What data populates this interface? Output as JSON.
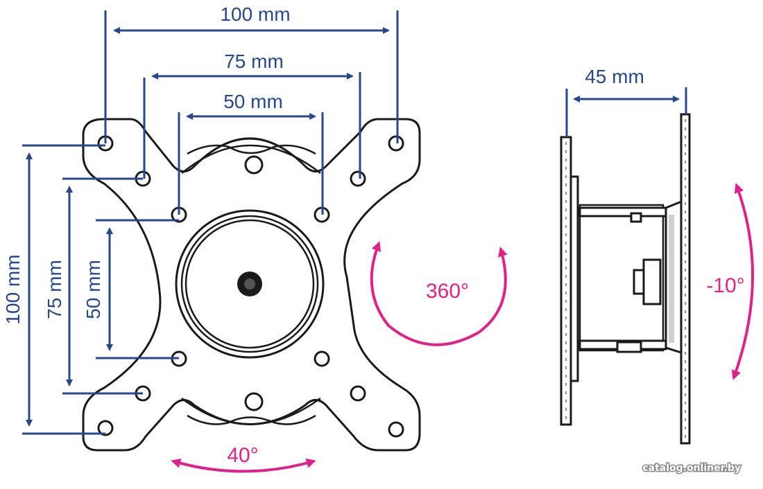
{
  "front_view": {
    "horizontal_dimensions": [
      "100 mm",
      "75 mm",
      "50 mm"
    ],
    "vertical_dimensions": [
      "100 mm",
      "75 mm",
      "50 mm"
    ],
    "rotation_label": "360°",
    "swivel_label": "40°"
  },
  "side_view": {
    "depth_label": "45 mm",
    "tilt_label": "-10°"
  },
  "watermark": "catalog.onliner.by",
  "colors": {
    "dimension_blue": "#26478f",
    "motion_magenta": "#e0218a",
    "outline_black": "#1a1a1a"
  }
}
